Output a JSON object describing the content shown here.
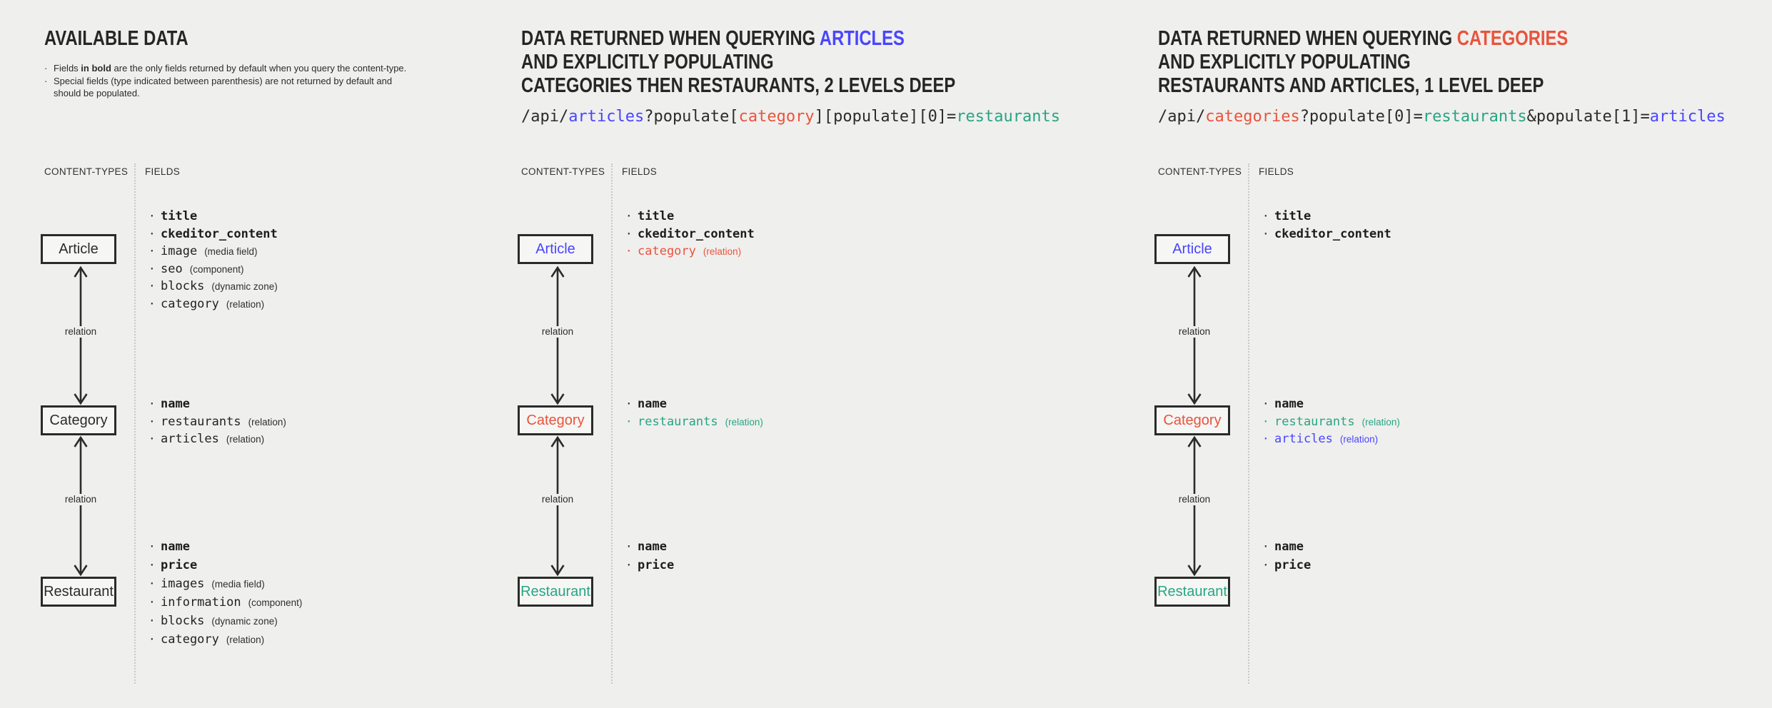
{
  "colors": {
    "dark": "#2b2b2b",
    "blue": "#4945ff",
    "red": "#e8543d",
    "teal": "#27a583"
  },
  "labels": {
    "content_types": "CONTENT-TYPES",
    "fields": "FIELDS",
    "relation": "relation"
  },
  "panels": [
    {
      "name": "available-data",
      "title": [
        [
          {
            "t": "AVAILABLE DATA"
          }
        ]
      ],
      "notes": [
        [
          {
            "t": "Fields "
          },
          {
            "t": "in bold",
            "bold": true
          },
          {
            "t": " are the only fields returned by default when you query the content-type."
          }
        ],
        [
          {
            "t": "Special fields (type indicated between parenthesis) are not returned by default and should be populated."
          }
        ]
      ],
      "code": null,
      "nodes": [
        {
          "label": "Article",
          "color": "dark",
          "fields": [
            {
              "name": "title",
              "bold": true
            },
            {
              "name": "ckeditor_content",
              "bold": true
            },
            {
              "name": "image",
              "type": "(media field)"
            },
            {
              "name": "seo",
              "type": "(component)"
            },
            {
              "name": "blocks",
              "type": "(dynamic zone)"
            },
            {
              "name": "category",
              "type": "(relation)"
            }
          ]
        },
        {
          "label": "Category",
          "color": "dark",
          "fields": [
            {
              "name": "name",
              "bold": true
            },
            {
              "name": "restaurants",
              "type": "(relation)"
            },
            {
              "name": "articles",
              "type": "(relation)"
            }
          ]
        },
        {
          "label": "Restaurant",
          "color": "dark",
          "fields": [
            {
              "name": "name",
              "bold": true
            },
            {
              "name": "price",
              "bold": true
            },
            {
              "name": "images",
              "type": "(media field)"
            },
            {
              "name": "information",
              "type": "(component)"
            },
            {
              "name": "blocks",
              "type": "(dynamic zone)"
            },
            {
              "name": "category",
              "type": "(relation)"
            }
          ]
        }
      ]
    },
    {
      "name": "query-articles",
      "title": [
        [
          {
            "t": "DATA RETURNED WHEN QUERYING "
          },
          {
            "t": "ARTICLES",
            "color": "blue"
          }
        ],
        [
          {
            "t": "AND EXPLICITLY POPULATING"
          }
        ],
        [
          {
            "t": "CATEGORIES THEN RESTAURANTS, 2 LEVELS DEEP"
          }
        ]
      ],
      "notes": null,
      "code": [
        {
          "t": "/api/"
        },
        {
          "t": "articles",
          "color": "blue"
        },
        {
          "t": "?populate["
        },
        {
          "t": "category",
          "color": "red"
        },
        {
          "t": "][populate][0]="
        },
        {
          "t": "restaurants",
          "color": "teal"
        }
      ],
      "nodes": [
        {
          "label": "Article",
          "color": "blue",
          "fields": [
            {
              "name": "title",
              "bold": true
            },
            {
              "name": "ckeditor_content",
              "bold": true
            },
            {
              "name": "category",
              "type": "(relation)",
              "color": "red"
            }
          ]
        },
        {
          "label": "Category",
          "color": "red",
          "fields": [
            {
              "name": "name",
              "bold": true
            },
            {
              "name": "restaurants",
              "type": "(relation)",
              "color": "teal"
            }
          ]
        },
        {
          "label": "Restaurant",
          "color": "teal",
          "fields": [
            {
              "name": "name",
              "bold": true
            },
            {
              "name": "price",
              "bold": true
            }
          ]
        }
      ]
    },
    {
      "name": "query-categories",
      "title": [
        [
          {
            "t": "DATA RETURNED WHEN QUERYING "
          },
          {
            "t": "CATEGORIES",
            "color": "red"
          }
        ],
        [
          {
            "t": "AND EXPLICITLY POPULATING"
          }
        ],
        [
          {
            "t": "RESTAURANTS AND ARTICLES, 1 LEVEL DEEP"
          }
        ]
      ],
      "notes": null,
      "code": [
        {
          "t": "/api/"
        },
        {
          "t": "categories",
          "color": "red"
        },
        {
          "t": "?populate[0]="
        },
        {
          "t": "restaurants",
          "color": "teal"
        },
        {
          "t": "&populate[1]="
        },
        {
          "t": "articles",
          "color": "blue"
        }
      ],
      "nodes": [
        {
          "label": "Article",
          "color": "blue",
          "fields": [
            {
              "name": "title",
              "bold": true
            },
            {
              "name": "ckeditor_content",
              "bold": true
            }
          ]
        },
        {
          "label": "Category",
          "color": "red",
          "fields": [
            {
              "name": "name",
              "bold": true
            },
            {
              "name": "restaurants",
              "type": "(relation)",
              "color": "teal"
            },
            {
              "name": "articles",
              "type": "(relation)",
              "color": "blue"
            }
          ]
        },
        {
          "label": "Restaurant",
          "color": "teal",
          "fields": [
            {
              "name": "name",
              "bold": true
            },
            {
              "name": "price",
              "bold": true
            }
          ]
        }
      ]
    }
  ]
}
